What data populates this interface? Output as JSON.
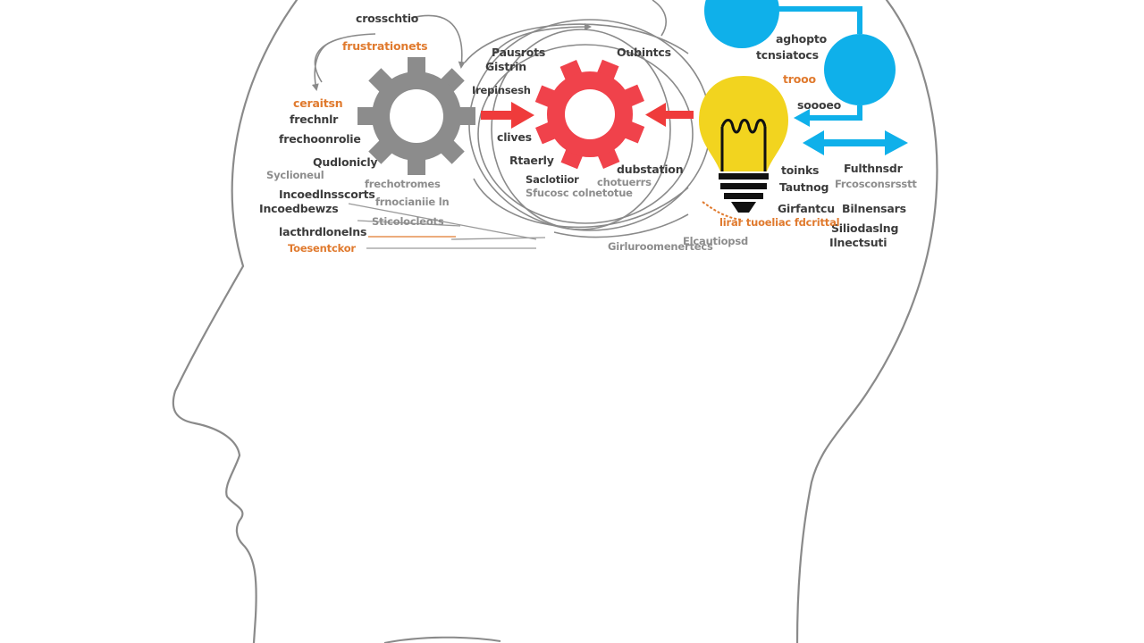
{
  "colors": {
    "outline": "#8a8a8a",
    "gear_grey": "#8c8c8c",
    "gear_red": "#f0424b",
    "arrow_red": "#ef3b3b",
    "bulb_yellow": "#f2d41f",
    "bulb_black": "#111111",
    "node_blue": "#0fb0ea",
    "label_dark": "#3c3c3c",
    "label_grey": "#8d8d8d",
    "label_orange": "#e07a2e"
  },
  "icons": {
    "gear_left": "gear-icon",
    "gear_right": "gear-icon",
    "bulb": "lightbulb-icon",
    "double_arrow": "double-arrow-icon"
  },
  "labels": {
    "l01": "crosschtio",
    "l02": "frustrationets",
    "l03": "Pausrots",
    "l04": "Gistrin",
    "l05": "Oubintcs",
    "l06": "Irepinsesh",
    "l07": "clives",
    "l08": "Rtaerly",
    "l09": "Saclotiior",
    "l10": "Sfucosc colnetotue",
    "l11": "dubstation",
    "l12": "chotuerrs",
    "l13": "ceraitsn",
    "l14": "frechnlr",
    "l15": "frechoonrolie",
    "l16": "Qudlonicly",
    "l17": "Syclioneul",
    "l18": "frechotromes",
    "l19": "Incoedlnsscorts",
    "l20": "Incoedbewzs",
    "l21": "frnocianiie ln",
    "l22": "Sticolocleots",
    "l23": "lacthrdlonelns",
    "l24": "Toesentckor",
    "l25": "aghopto",
    "l26": "tcnsiatocs",
    "l27": "trooo",
    "l28": "soooeo",
    "l29": "toinks",
    "l30": "Fulthnsdr",
    "l31": "Frcosconsrsstt",
    "l32": "Tautnog",
    "l33": "Girfantcu",
    "l34": "Bilnensars",
    "l35": "Siliodaslng",
    "l36": "Ilnectsuti",
    "l37": "lirar tuoeliac fdcrittal",
    "l38": "Elcautiopsd",
    "l39": "Girluroomenertecs"
  }
}
